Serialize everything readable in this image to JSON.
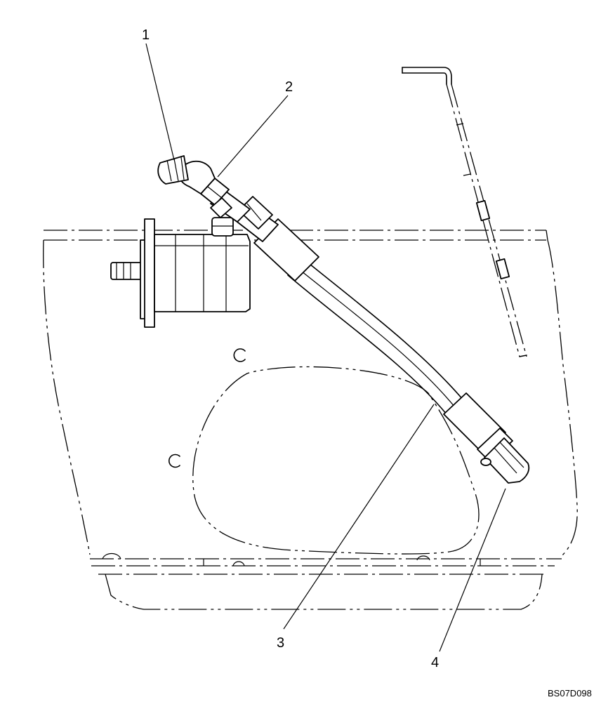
{
  "callouts": [
    {
      "id": "1",
      "label": "1"
    },
    {
      "id": "2",
      "label": "2"
    },
    {
      "id": "3",
      "label": "3"
    },
    {
      "id": "4",
      "label": "4"
    }
  ],
  "drawing_code": "BS07D098",
  "colors": {
    "line": "#000000",
    "background": "#ffffff"
  }
}
